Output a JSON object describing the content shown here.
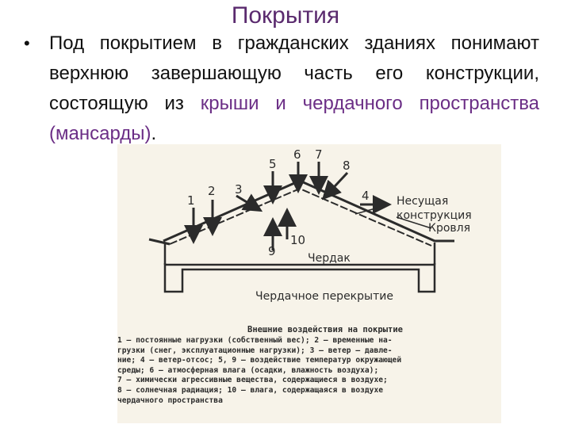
{
  "slide": {
    "title": "Покрытия",
    "bullet_text_plain": "Под покрытием в гражданских зданиях понимают верхнюю завершающую часть его конструкции, состоящую из",
    "bullet_text_accent_1": "крыши",
    "bullet_text_and": "и",
    "bullet_text_accent_2": "чердачного пространства (мансарды)",
    "bullet_text_end": "."
  },
  "diagram": {
    "arrow_numbers": [
      "1",
      "2",
      "3",
      "4",
      "5",
      "6",
      "7",
      "8",
      "9",
      "10"
    ],
    "labels": {
      "load_bearing_structure_line1": "Несущая",
      "load_bearing_structure_line2": "конструкция",
      "roofing": "Кровля",
      "attic": "Чердак",
      "attic_floor": "Чердачное перекрытие"
    },
    "legend": {
      "title": "Внешние воздействия на покрытие",
      "lines": [
        "1 — постоянные нагрузки (собственный вес); 2 — временные на-",
        "грузки (снег, эксплуатационные нагрузки); 3 — ветер — давле-",
        "ние; 4 — ветер-отсос; 5, 9 — воздействие температур окружающей",
        "среды; 6 — атмосферная влага (осадки, влажность воздуха);",
        "7 — химически агрессивные вещества, содержащиеся в воздухе;",
        "8 — солнечная радиация; 10 — влага, содержащаяся в воздухе",
        "чердачного пространства"
      ]
    }
  },
  "colors": {
    "title": "#5a2a6e",
    "accent": "#6b2e86",
    "scan_background": "#f7f3e9",
    "ink": "#2b2b2b"
  }
}
